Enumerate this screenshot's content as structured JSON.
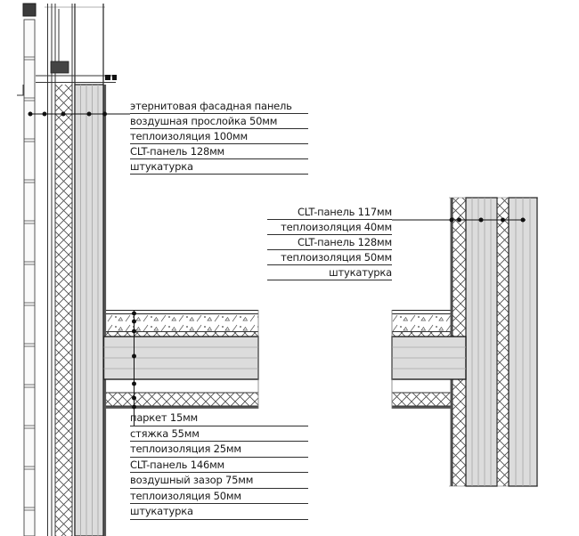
{
  "drawing": {
    "colors": {
      "ink": "#1f1f1f",
      "clt_fill": "#dcdcdc",
      "lamella": "#a6a6a6",
      "plaster": "#555555",
      "background": "#ffffff"
    },
    "callouts": {
      "wall_left": {
        "items": [
          "этернитовая фасадная панель",
          "воздушная прослойка 50мм",
          "теплоизоляция 100мм",
          "CLT-панель 128мм",
          "штукатурка"
        ]
      },
      "wall_right": {
        "items": [
          "CLT-панель 117мм",
          "теплоизоляция 40мм",
          "CLT-панель 128мм",
          "теплоизоляция 50мм",
          "штукатурка"
        ]
      },
      "floor": {
        "items": [
          "паркет 15мм",
          "стяжка 55мм",
          "теплоизоляция 25мм",
          "CLT-панель 146мм",
          "воздушный зазор 75мм",
          "теплоизоляция 50мм",
          "штукатурка"
        ]
      }
    }
  }
}
